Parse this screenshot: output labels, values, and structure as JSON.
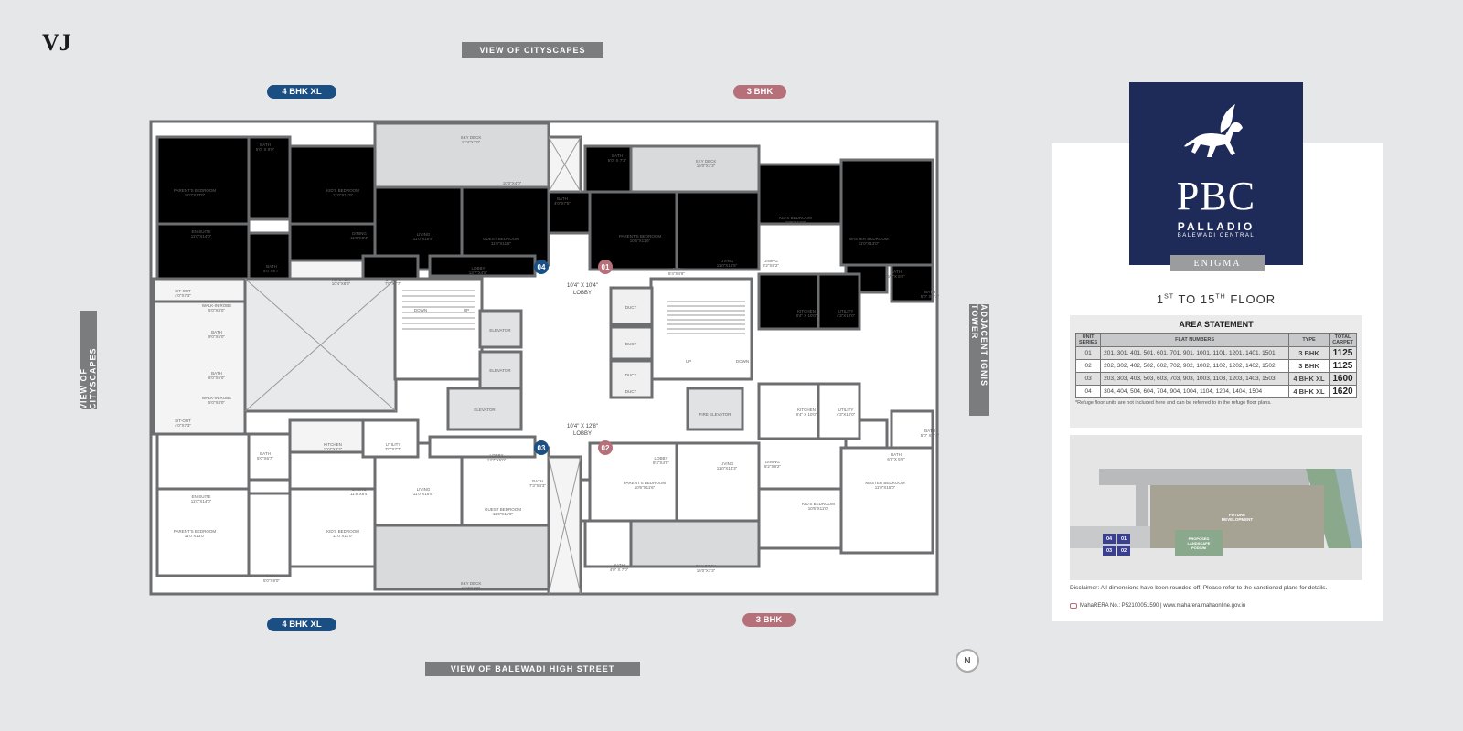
{
  "brand": {
    "vj_logo": "VJ",
    "project_monogram": "PBC",
    "project_name": "PALLADIO",
    "project_sub": "BALEWADI CENTRAL",
    "building": "ENIGMA"
  },
  "views": {
    "top": "VIEW OF CITYSCAPES",
    "left": "VIEW OF CITYSCAPES",
    "right": "ADJACENT IGNIS TOWER",
    "bottom": "VIEW OF BALEWADI HIGH STREET"
  },
  "unit_tags": {
    "top_left": "4 BHK XL",
    "top_right": "3 BHK",
    "bottom_left": "4 BHK XL",
    "bottom_right": "3 BHK"
  },
  "compass": "N",
  "colors": {
    "background": "#e6e7e9",
    "wall": "#6d6e70",
    "navy": "#1e2a57",
    "bhk4": "#1b4f83",
    "bhk3": "#b5707a",
    "tag": "#7b7c7e"
  },
  "floor_title": {
    "pre": "1",
    "sup1": "ST",
    "mid": " TO 15",
    "sup2": "TH",
    "post": " FLOOR"
  },
  "core": {
    "badges": [
      "04",
      "01",
      "03",
      "02"
    ],
    "lobbies": [
      {
        "dim": "10'4\" X 10'4\"",
        "name": "LOBBY"
      },
      {
        "dim": "10'4\" X 12'8\"",
        "name": "LOBBY"
      }
    ],
    "labels": [
      "DOWN",
      "UP",
      "ELEVATOR",
      "ELEVATOR",
      "ELEVATOR",
      "DUCT",
      "DUCT",
      "DUCT",
      "DUCT",
      "UP",
      "DOWN",
      "FIRE ELEVATOR"
    ]
  },
  "rooms": [
    {
      "name": "PARENT'S BEDROOM",
      "dim": "11'0\"X13'0\""
    },
    {
      "name": "BATH",
      "dim": "5'0\" X 9'0\""
    },
    {
      "name": "KID'S BEDROOM",
      "dim": "11'0\"X11'0\""
    },
    {
      "name": "SKY DECK",
      "dim": "12'4\"X7'0\""
    },
    {
      "name": "",
      "dim": "10'0\"X4'0\""
    },
    {
      "name": "EN-SUITE",
      "dim": "11'0\"X14'0\""
    },
    {
      "name": "BATH",
      "dim": "5'0\"X6'7\""
    },
    {
      "name": "DINING",
      "dim": "11'8\"X8'4\""
    },
    {
      "name": "LIVING",
      "dim": "11'0\"X16'5\""
    },
    {
      "name": "GUEST BEDROOM",
      "dim": "11'0\"X11'8\""
    },
    {
      "name": "KITCHEN",
      "dim": "10'4\"X8'3\""
    },
    {
      "name": "UTILITY",
      "dim": "7'0\"X7'7\""
    },
    {
      "name": "LOBBY",
      "dim": "13'7\"X4'8\""
    },
    {
      "name": "SIT-OUT",
      "dim": "4'0\"X7'3\""
    },
    {
      "name": "WALK-IN ROBE",
      "dim": "5'0\"X8'0\""
    },
    {
      "name": "BATH",
      "dim": "9'0\"X5'0\""
    },
    {
      "name": "BATH",
      "dim": "6'0\"X5'0\""
    },
    {
      "name": "WALK-IN ROBE",
      "dim": "5'0\"X8'0\""
    },
    {
      "name": "SIT-OUT",
      "dim": "4'0\"X7'3\""
    },
    {
      "name": "KITCHEN",
      "dim": "10'4\"X8'3\""
    },
    {
      "name": "UTILITY",
      "dim": "7'0\"X7'7\""
    },
    {
      "name": "BATH",
      "dim": "5'0\"X6'7\""
    },
    {
      "name": "LOBBY",
      "dim": "13'7\"X5'0\""
    },
    {
      "name": "BATH",
      "dim": "7'3\"X4'3\""
    },
    {
      "name": "EN-SUITE",
      "dim": "11'0\"X14'0\""
    },
    {
      "name": "DINING",
      "dim": "11'8\"X8'4\""
    },
    {
      "name": "LIVING",
      "dim": "11'0\"X16'5\""
    },
    {
      "name": "GUEST BEDROOM",
      "dim": "11'0\"X11'8\""
    },
    {
      "name": "PARENT'S BEDROOM",
      "dim": "11'0\"X13'0\""
    },
    {
      "name": "KID'S BEDROOM",
      "dim": "11'0\"X11'0\""
    },
    {
      "name": "BATH",
      "dim": "5'0\"X9'0\""
    },
    {
      "name": "SKY DECK",
      "dim": "12'4\"X6'9\""
    },
    {
      "name": "BATH",
      "dim": "5'0\" X 7'3\""
    },
    {
      "name": "SKY DECK",
      "dim": "16'0\"X7'3\""
    },
    {
      "name": "BATH",
      "dim": "4'0\"X7'5\""
    },
    {
      "name": "KID'S BEDROOM",
      "dim": "10'6\"X11'0\""
    },
    {
      "name": "MASTER BEDROOM",
      "dim": "11'0\"X13'0\""
    },
    {
      "name": "PARENT'S BEDROOM",
      "dim": "10'6\"X11'6\""
    },
    {
      "name": "LOBBY",
      "dim": "8'4\"X4'8\""
    },
    {
      "name": "LIVING",
      "dim": "11'0\"X16'5\""
    },
    {
      "name": "DINING",
      "dim": "8'2\"X8'2\""
    },
    {
      "name": "BATH",
      "dim": "6'0\"X 5'0\""
    },
    {
      "name": "BATH",
      "dim": "5'0\" X 8'4\""
    },
    {
      "name": "KITCHEN",
      "dim": "8'4\" X 10'0\""
    },
    {
      "name": "UTILITY",
      "dim": "4'3\"X10'0\""
    },
    {
      "name": "KITCHEN",
      "dim": "8'4\" X 10'0\""
    },
    {
      "name": "UTILITY",
      "dim": "4'3\"X10'0\""
    },
    {
      "name": "BATH",
      "dim": "5'0\" X 8'4\""
    },
    {
      "name": "BATH",
      "dim": "6'0\"X 5'0\""
    },
    {
      "name": "LOBBY",
      "dim": "8'4\"X4'5\""
    },
    {
      "name": "LIVING",
      "dim": "11'0\"X14'3\""
    },
    {
      "name": "DINING",
      "dim": "8'2\"X8'2\""
    },
    {
      "name": "PARENT'S BEDROOM",
      "dim": "10'6\"X11'6\""
    },
    {
      "name": "MASTER BEDROOM",
      "dim": "11'0\"X15'0\""
    },
    {
      "name": "KID'S BEDROOM",
      "dim": "10'6\"X11'0\""
    },
    {
      "name": "SKY DECK",
      "dim": "16'0\"X7'3\""
    },
    {
      "name": "BATH",
      "dim": "4'0\" X 7'0\""
    }
  ],
  "area_statement": {
    "title": "AREA STATEMENT",
    "headers": [
      "UNIT SERIES",
      "FLAT NUMBERS",
      "TYPE",
      "TOTAL CARPET"
    ],
    "rows": [
      [
        "01",
        "201, 301, 401, 501, 601, 701, 901, 1001, 1101, 1201, 1401, 1501",
        "3 BHK",
        "1125"
      ],
      [
        "02",
        "202, 302, 402, 502, 602, 702, 902, 1002, 1102, 1202, 1402, 1502",
        "3 BHK",
        "1125"
      ],
      [
        "03",
        "203, 303, 403, 503, 603, 703, 903, 1003, 1103, 1203, 1403, 1503",
        "4 BHK XL",
        "1600"
      ],
      [
        "04",
        "304, 404, 504, 604, 704, 904, 1004, 1104, 1204, 1404, 1504",
        "4 BHK XL",
        "1620"
      ]
    ],
    "note": "*Refuge floor units are not included here and can be referred to in the refuge floor plans."
  },
  "site_map": {
    "units": [
      "04",
      "01",
      "03",
      "02"
    ],
    "podium": "PROPOSED LANDSCAPE PODIUM",
    "future": "FUTURE DEVELOPMENT"
  },
  "disclaimer": "Disclaimer: All dimensions have been rounded off. Please refer to the sanctioned plans for details.",
  "rera": "MahaRERA No.: P52100051590 | www.maharera.mahaonline.gov.in"
}
